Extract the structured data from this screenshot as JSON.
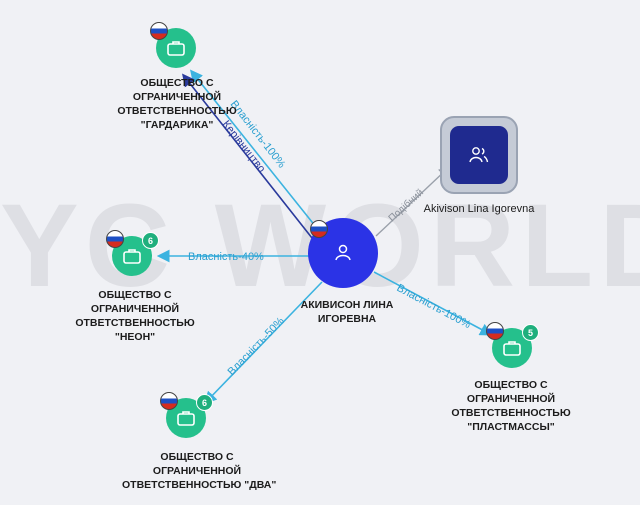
{
  "watermark": "YC WORLD",
  "colors": {
    "company": "#25c08c",
    "person": "#2b33e6",
    "ownership_edge": "#3bb3e0",
    "management_edge": "#2a3a9c",
    "similar_edge": "#9aa0aa"
  },
  "center": {
    "label_line1": "АКИВИСОН ЛИНА",
    "label_line2": "ИГОРЕВНА",
    "icon": "person-icon"
  },
  "similar": {
    "label": "Akivison Lina Igorevna",
    "edge_label": "Подібний",
    "icon": "group-icon"
  },
  "companies": [
    {
      "key": "gardarika",
      "lines": [
        "ОБЩЕСТВО С",
        "ОГРАНИЧЕННОЙ",
        "ОТВЕТСТВЕННОСТЬЮ",
        "\"ГАРДАРИКА\""
      ],
      "badge": ""
    },
    {
      "key": "neon",
      "lines": [
        "ОБЩЕСТВО С",
        "ОГРАНИЧЕННОЙ",
        "ОТВЕТСТВЕННОСТЬЮ",
        "\"НЕОН\""
      ],
      "badge": "6"
    },
    {
      "key": "plastmassy",
      "lines": [
        "ОБЩЕСТВО С",
        "ОГРАНИЧЕННОЙ",
        "ОТВЕТСТВЕННОСТЬЮ",
        "\"ПЛАСТМАССЫ\""
      ],
      "badge": "5"
    },
    {
      "key": "dva",
      "lines": [
        "ОБЩЕСТВО С",
        "ОГРАНИЧЕННОЙ",
        "ОТВЕТСТВЕННОСТЬЮ \"ДВА\""
      ],
      "badge": "6"
    }
  ],
  "edges": {
    "gardarika_own": "Власність-100%",
    "gardarika_mgmt": "Керівництво",
    "neon": "Власність-40%",
    "plastmassy": "Власність-100%",
    "dva": "Власність-50%"
  }
}
